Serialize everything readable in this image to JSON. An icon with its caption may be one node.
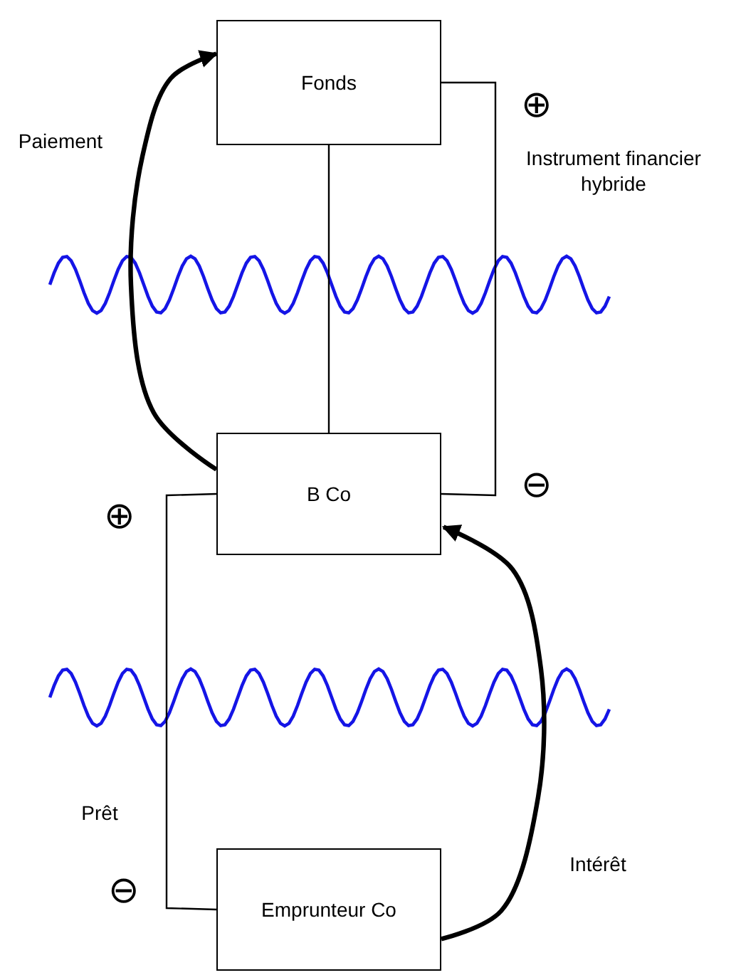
{
  "diagram": {
    "nodes": [
      {
        "text": [
          "Fonds"
        ]
      },
      {
        "text": [
          "B Co"
        ]
      },
      {
        "text": [
          "Emprunteur Co"
        ]
      }
    ],
    "edges": [
      {
        "from": 0,
        "to": 1,
        "arrow": "none"
      },
      {
        "from": 0,
        "to": 1,
        "arrow": "none",
        "label": "Instrument financier hybride"
      },
      {
        "from": 1,
        "to": 2,
        "arrow": "none",
        "label": "Prêt"
      },
      {
        "from": 1,
        "to": 0,
        "arrow": "to",
        "style": "thick",
        "label": "Paiement"
      },
      {
        "from": 2,
        "to": 1,
        "arrow": "to",
        "style": "thick",
        "label": "Intérêt"
      }
    ],
    "labels": [
      "⊕",
      "⊖",
      "⊕",
      "⊖"
    ]
  }
}
